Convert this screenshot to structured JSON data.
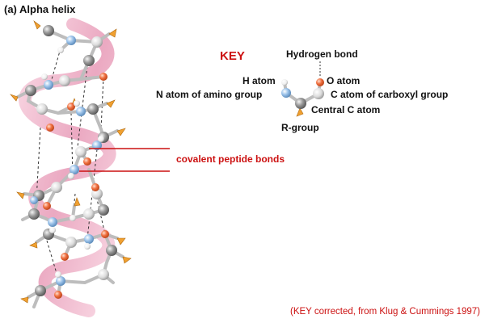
{
  "title": "(a) Alpha helix",
  "key": {
    "heading": "KEY",
    "labels": {
      "hydrogen_bond": "Hydrogen bond",
      "h_atom": "H atom",
      "o_atom": "O atom",
      "n_atom": "N atom of amino group",
      "c_carboxyl": "C atom of carboxyl group",
      "central_c": "Central C atom",
      "r_group": "R-group"
    }
  },
  "peptide_label": "covalent peptide bonds",
  "credit": "(KEY corrected, from Klug & Cummings 1997)",
  "colors": {
    "accent_red": "#cc1111",
    "ribbon": "#e898b4",
    "carbon": "#8f8f8f",
    "nitrogen": "#8fb8e0",
    "oxygen": "#ec6a3c",
    "hydrogen": "#f2f2f2",
    "r_group": "#f0a030"
  }
}
